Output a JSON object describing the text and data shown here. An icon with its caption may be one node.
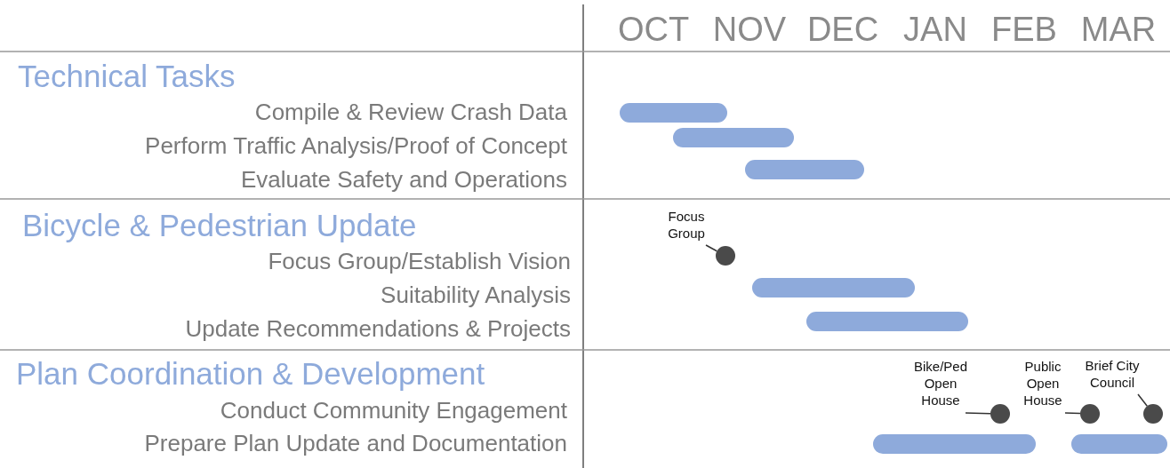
{
  "diagram": {
    "nodes": [
      {
        "text": [
          "Focus Group"
        ]
      },
      {
        "text": [],
        "shape": "circle"
      },
      {
        "text": [
          "Bike/Ped Open House"
        ]
      },
      {
        "text": [],
        "shape": "circle"
      },
      {
        "text": [
          "Public Open House"
        ]
      },
      {
        "text": [],
        "shape": "circle"
      },
      {
        "text": [
          "Brief City Council"
        ]
      },
      {
        "text": [],
        "shape": "circle"
      },
      {
        "text": [],
        "shape": "bar"
      },
      {
        "text": [],
        "shape": "bar"
      },
      {
        "text": [],
        "shape": "bar"
      },
      {
        "text": [],
        "shape": "bar"
      },
      {
        "text": [],
        "shape": "bar"
      },
      {
        "text": [],
        "shape": "bar"
      },
      {
        "text": [],
        "shape": "bar"
      }
    ],
    "edges": [
      {
        "from": 0,
        "to": 1,
        "arrow": "none"
      },
      {
        "from": 2,
        "to": 3,
        "arrow": "none"
      },
      {
        "from": 4,
        "to": 5,
        "arrow": "none"
      },
      {
        "from": 6,
        "to": 7,
        "arrow": "none"
      }
    ],
    "labels": [
      "OCT",
      "NOV",
      "DEC",
      "JAN",
      "FEB",
      "MAR",
      "Technical Tasks",
      "Compile & Review Crash Data",
      "Perform Traffic Analysis/Proof of Concept",
      "Evaluate Safety and Operations",
      "Bicycle & Pedestrian Update",
      "Focus Group/Establish Vision",
      "Suitability Analysis",
      "Update Recommendations & Projects",
      "Plan Coordination & Development",
      "Conduct Community Engagement",
      "Prepare Plan Update and Documentation"
    ]
  }
}
